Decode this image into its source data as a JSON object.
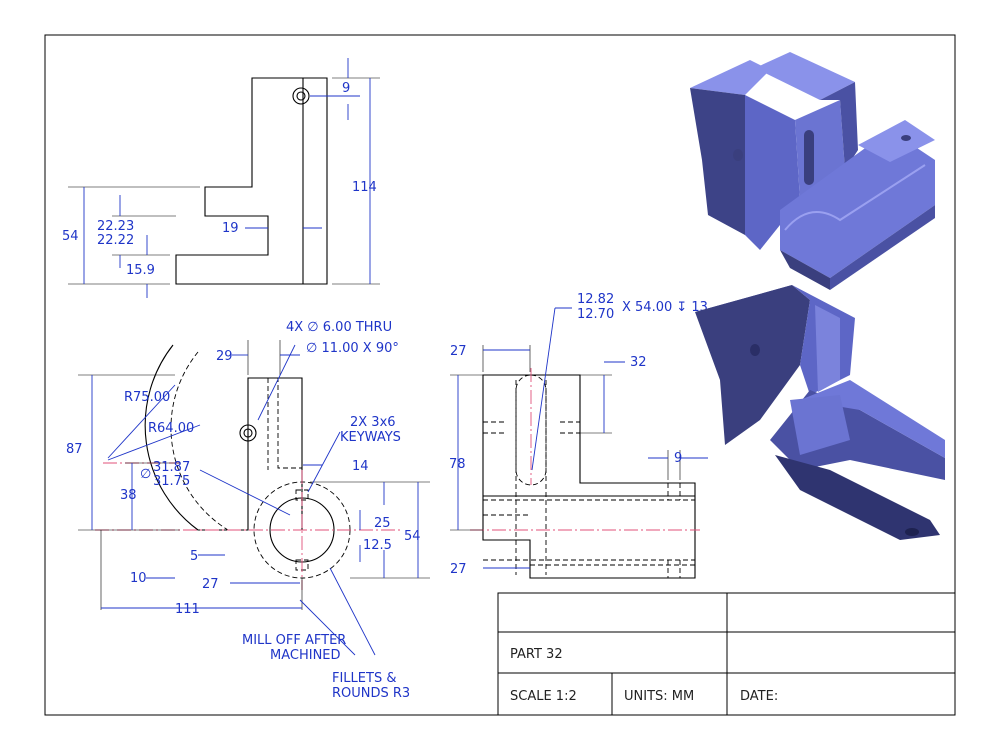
{
  "title_block": {
    "part_name": "PART 32",
    "scale": "SCALE 1:2",
    "units": "UNITS: MM",
    "date": "DATE:"
  },
  "top_view": {
    "d_9": "9",
    "d_114": "114",
    "d_54": "54",
    "d_2223": "22.23",
    "d_2222": "22.22",
    "d_19": "19",
    "d_159": "15.9"
  },
  "front_view": {
    "hole_line1": "4X  ∅ 6.00 THRU",
    "hole_line2": "∅ 11.00 X 90°",
    "d_29": "29",
    "r_75": "R75.00",
    "r_64": "R64.00",
    "d_87": "87",
    "bore_upper": "31.87",
    "bore_lower": "31.75",
    "keyway_line1": "2X 3x6",
    "keyway_line2": "KEYWAYS",
    "d_14": "14",
    "d_38": "38",
    "d_25": "25",
    "d_54": "54",
    "d_125": "12.5",
    "d_5": "5",
    "d_10": "10",
    "d_27": "27",
    "d_111": "111",
    "note_mill_1": "MILL OFF AFTER",
    "note_mill_2": "MACHINED",
    "note_fillet_1": "FILLETS &",
    "note_fillet_2": "ROUNDS R3"
  },
  "side_view": {
    "slot_upper": "12.82",
    "slot_lower": "12.70",
    "slot_rest": "X 54.00 ↧ 13",
    "d_27_top": "27",
    "d_32": "32",
    "d_78": "78",
    "d_9": "9",
    "d_27_bottom": "27"
  },
  "colors": {
    "dimension": "#1f35c8",
    "centerline": "#e0507a",
    "part_face": "#6f78d8",
    "part_dark": "#3a3f7e"
  }
}
